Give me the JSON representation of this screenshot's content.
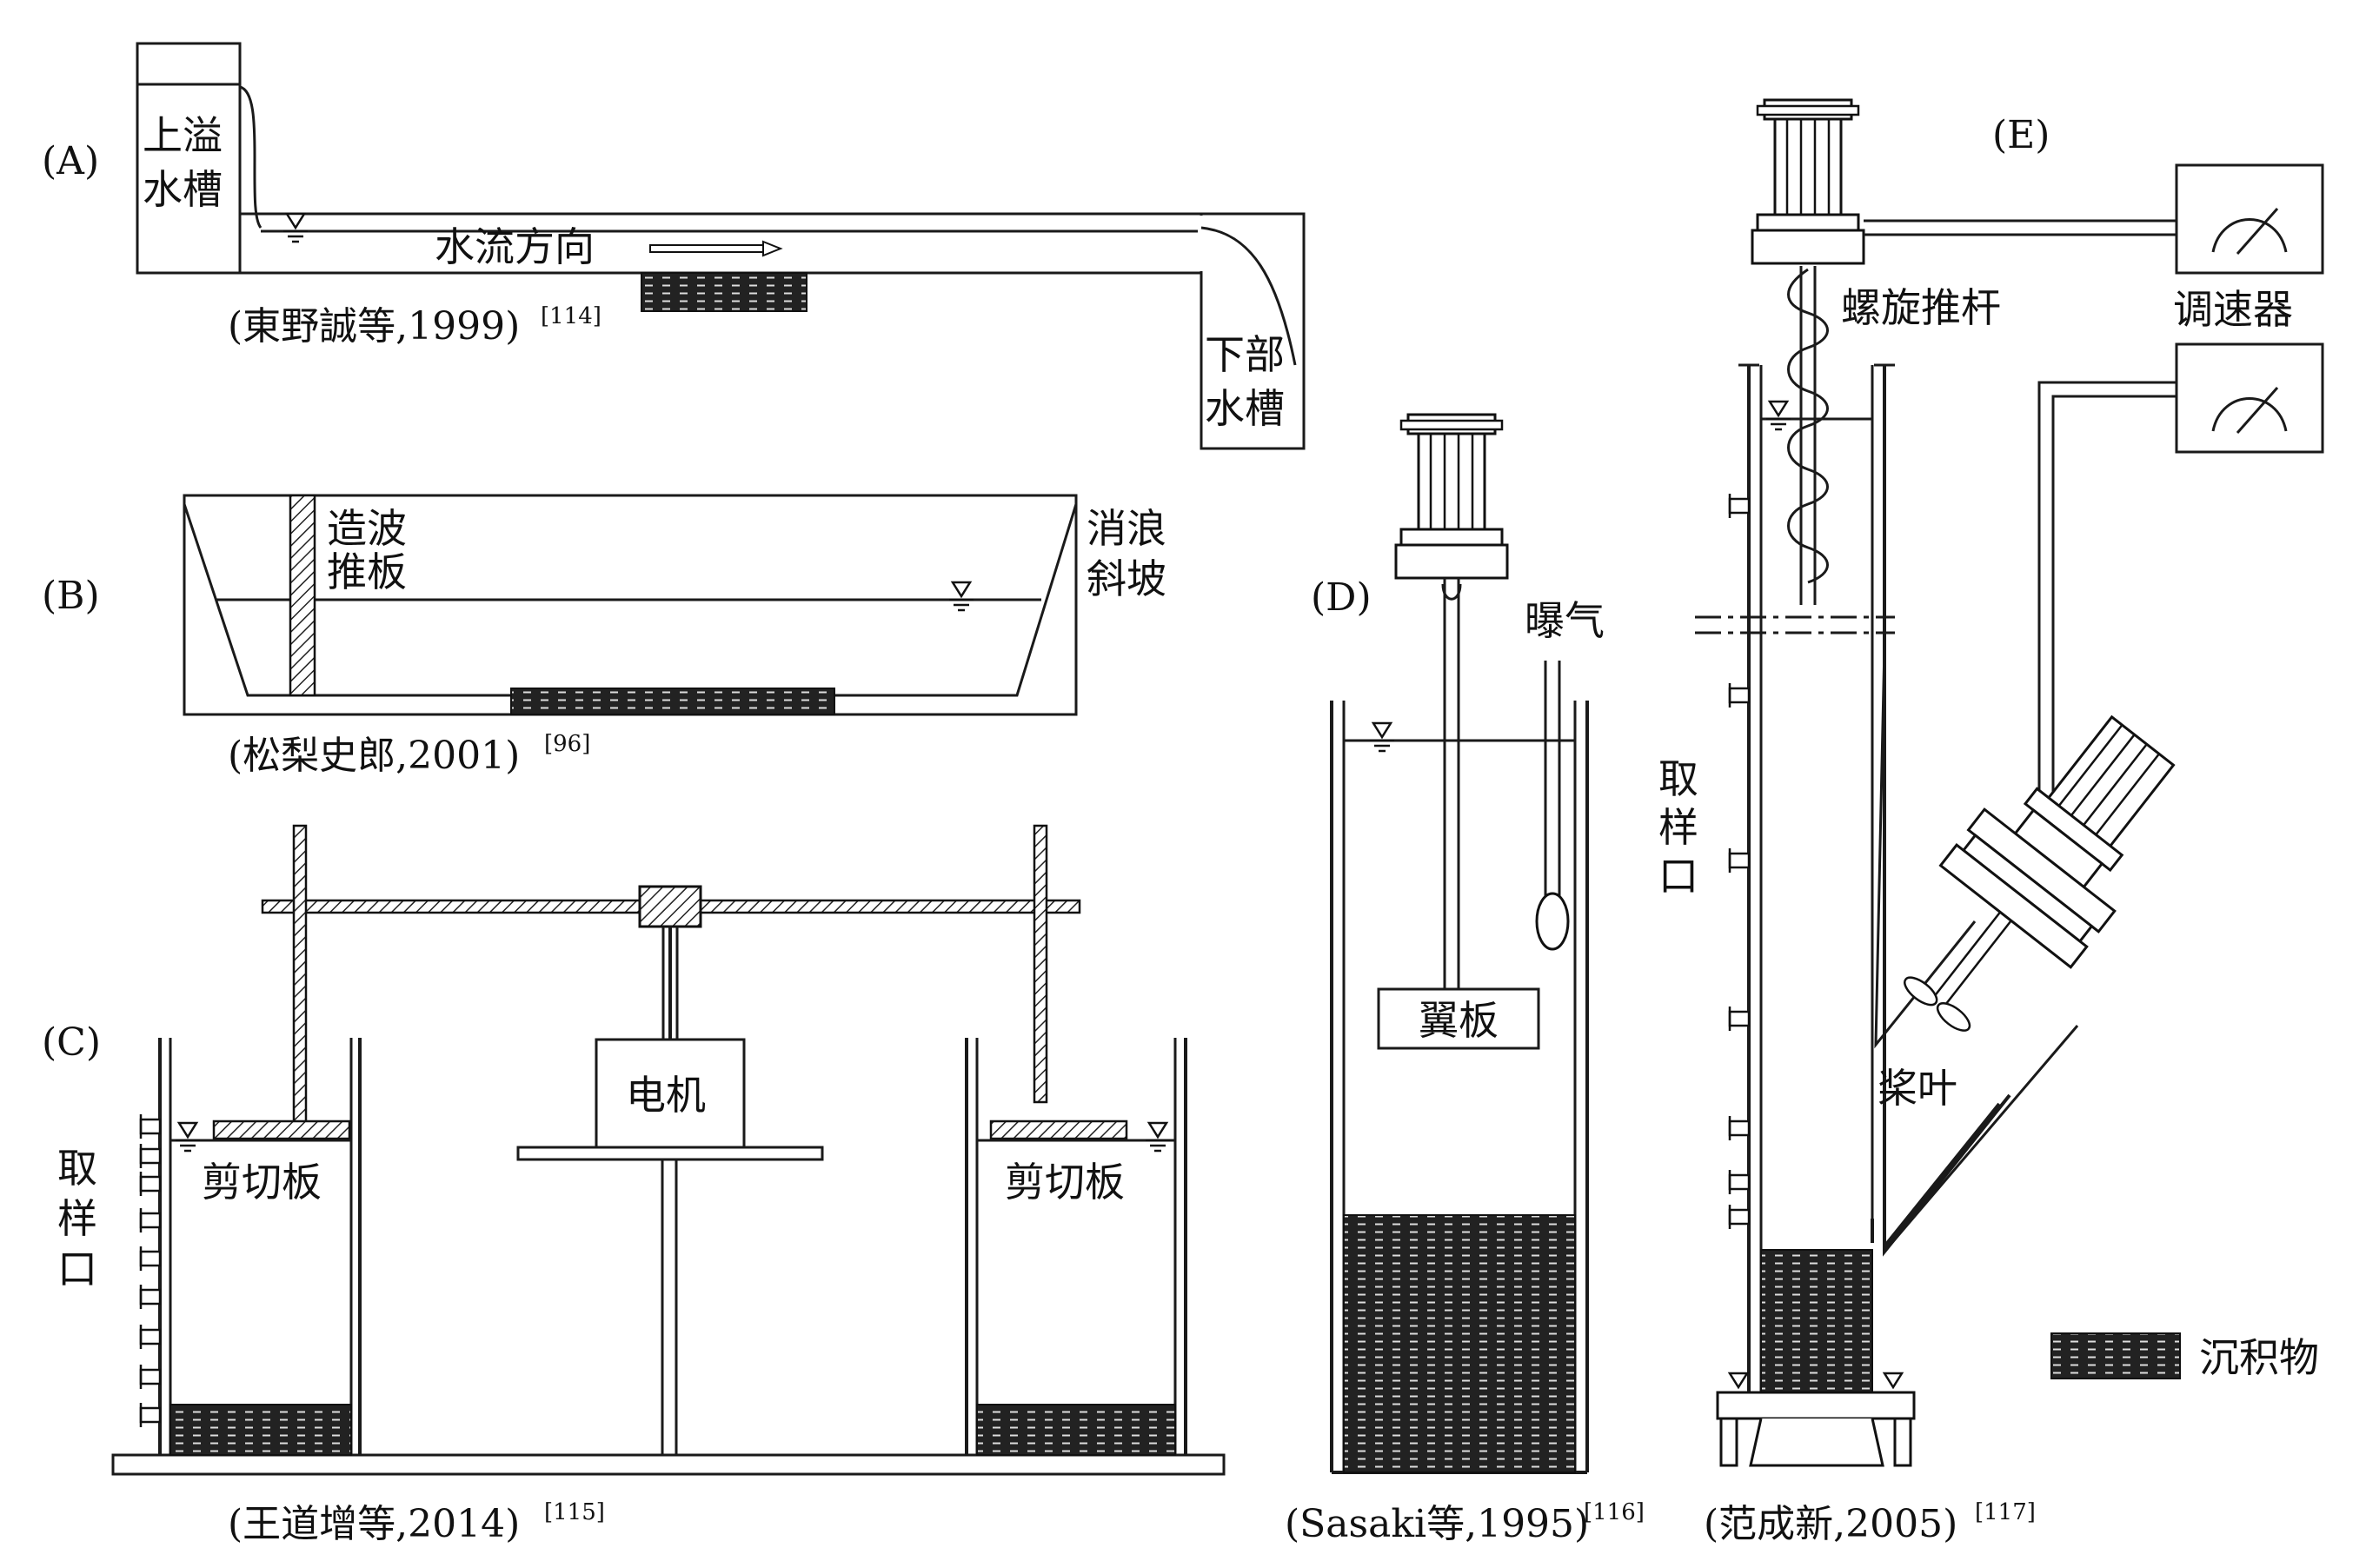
{
  "panels": {
    "A": {
      "label": "(A)",
      "upper_tank": [
        "上溢",
        "水槽"
      ],
      "flow_direction": "水流方向",
      "lower_tank": [
        "下部",
        "水槽"
      ],
      "citation": "(東野誠等,1999)",
      "ref": "[114]"
    },
    "B": {
      "label": "(B)",
      "wave_plate": [
        "造波",
        "推板"
      ],
      "slope": [
        "消浪",
        "斜坡"
      ],
      "citation": "(松梨史郎,2001)",
      "ref": "[96]"
    },
    "C": {
      "label": "(C)",
      "sampling_port": [
        "取",
        "样",
        "口"
      ],
      "motor": "电机",
      "shear_plate_left": "剪切板",
      "shear_plate_right": "剪切板",
      "citation": "(王道增等,2014)",
      "ref": "[115]"
    },
    "D": {
      "label": "(D)",
      "aeration": "曝气",
      "wing_plate": "翼板",
      "citation": "(Sasaki等,1995)",
      "ref": "[116]"
    },
    "E": {
      "label": "(E)",
      "screw_pusher": "螺旋推杆",
      "speed_controller": "调速器",
      "sampling_port": [
        "取",
        "样",
        "口"
      ],
      "paddle": "桨叶",
      "citation": "(范成新,2005)",
      "ref": "[117]"
    }
  },
  "legend": {
    "sediment": "沉积物"
  }
}
